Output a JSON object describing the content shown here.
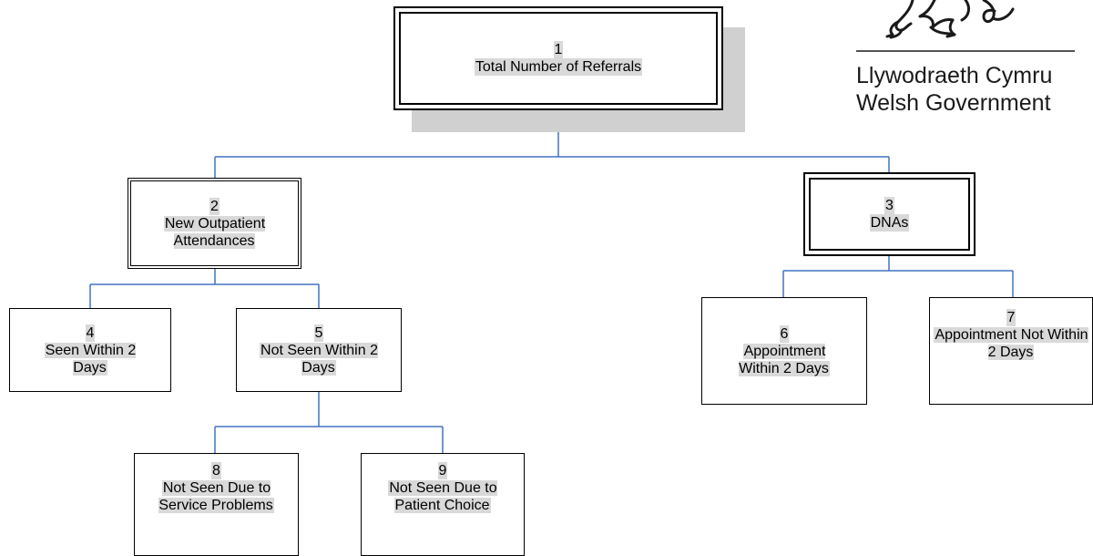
{
  "nodes": {
    "n1": {
      "num": "1",
      "label": "Total Number of Referrals"
    },
    "n2": {
      "num": "2",
      "label": "New Outpatient Attendances"
    },
    "n3": {
      "num": "3",
      "label": "DNAs"
    },
    "n4": {
      "num": "4",
      "label": "Seen Within 2 Days"
    },
    "n5": {
      "num": "5",
      "label": "Not Seen Within 2 Days"
    },
    "n6": {
      "num": "6",
      "label": "Appointment Within 2 Days"
    },
    "n7": {
      "num": "7",
      "label": "Appointment Not Within 2 Days"
    },
    "n8": {
      "num": "8",
      "label": "Not Seen Due to Service Problems"
    },
    "n9": {
      "num": "9",
      "label": "Not Seen Due to Patient Choice"
    }
  },
  "logo": {
    "welsh": "Llywodraeth Cymru",
    "english": "Welsh Government"
  },
  "colors": {
    "connector": "#4472c4",
    "highlight": "#d9d9d9",
    "shadow": "#d0d0d0"
  }
}
